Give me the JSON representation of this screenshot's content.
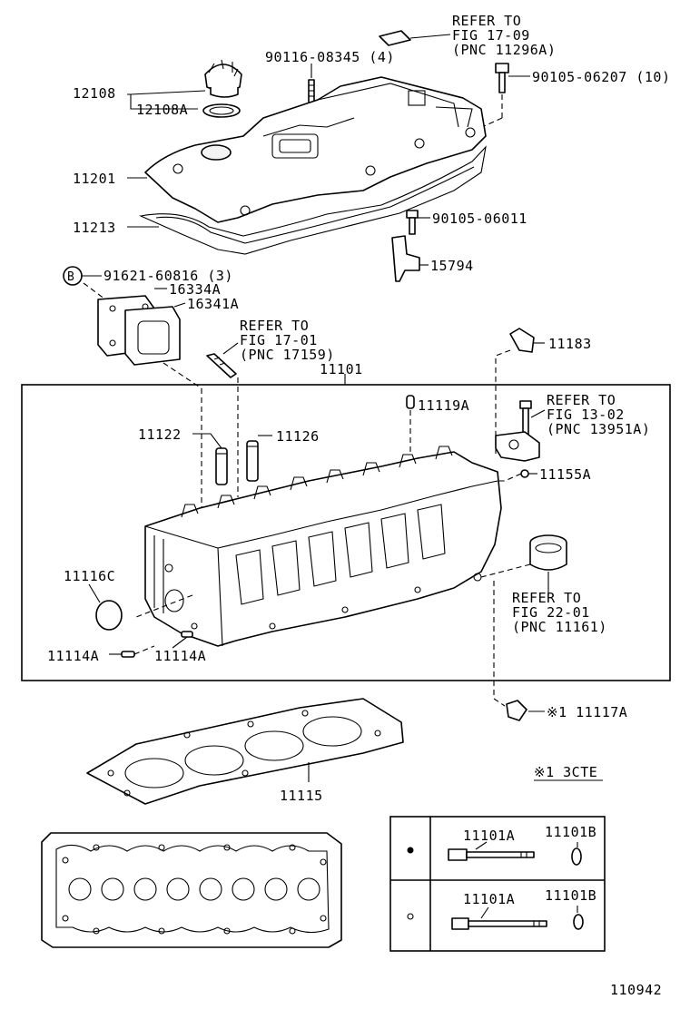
{
  "labels": {
    "refer_1709_a": "REFER TO",
    "refer_1709_b": "FIG 17-09",
    "refer_1709_c": "(PNC 11296A)",
    "p_9011608345": "90116-08345 (4)",
    "p_9010506207": "90105-06207 (10)",
    "p_12108": "12108",
    "p_12108A": "12108A",
    "p_11201": "11201",
    "p_11213": "11213",
    "p_9010506011": "90105-06011",
    "p_15794": "15794",
    "circle_b": "B",
    "p_9162160816": "91621-60816 (3)",
    "p_16334A": "16334A",
    "p_16341A": "16341A",
    "refer_1701_a": "REFER TO",
    "refer_1701_b": "FIG 17-01",
    "refer_1701_c": "(PNC 17159)",
    "p_11183": "11183",
    "p_11101": "11101",
    "p_11119A": "11119A",
    "refer_1302_a": "REFER TO",
    "refer_1302_b": "FIG 13-02",
    "refer_1302_c": "(PNC 13951A)",
    "p_11122": "11122",
    "p_11126": "11126",
    "p_11155A": "11155A",
    "p_11116C": "11116C",
    "refer_2201_a": "REFER TO",
    "refer_2201_b": "FIG 22-01",
    "refer_2201_c": "(PNC 11161)",
    "p_11114A_a": "11114A",
    "p_11114A_b": "11114A",
    "p_11117A": "※1 11117A",
    "p_11115": "11115",
    "note_3cte": "※1 3CTE",
    "tbl_11101A_1": "11101A",
    "tbl_11101B_1": "11101B",
    "tbl_11101A_2": "11101A",
    "tbl_11101B_2": "11101B",
    "fig_number": "110942"
  }
}
